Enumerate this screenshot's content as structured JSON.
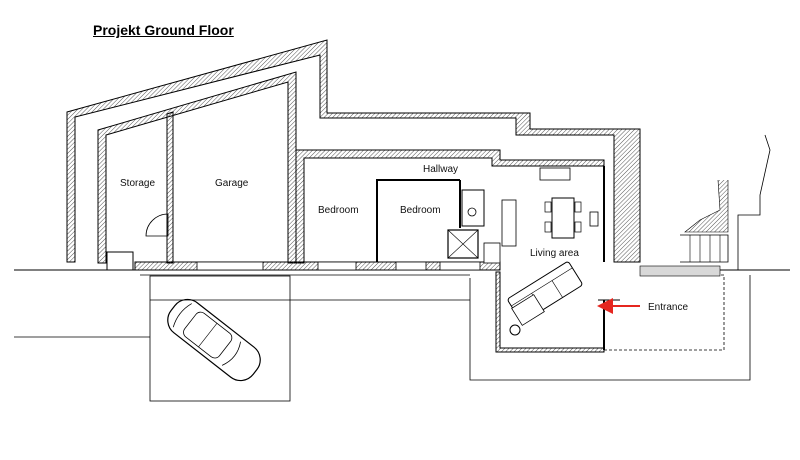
{
  "title": "Projekt Ground Floor",
  "rooms": {
    "storage": "Storage",
    "garage": "Garage",
    "bedroom_1": "Bedroom",
    "bedroom_2": "Bedroom",
    "hallway": "Hallway",
    "living_area": "Living area"
  },
  "entrance_label": "Entrance",
  "colors": {
    "arrow": "#e5261f",
    "wall": "#000000",
    "hatch": "#555555"
  }
}
